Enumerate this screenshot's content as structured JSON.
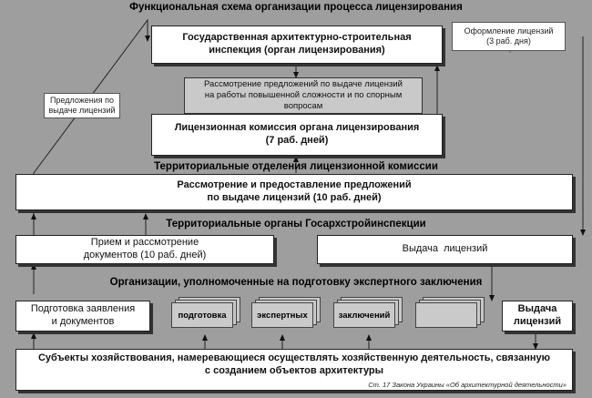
{
  "title": "Функциональная схема организации процесса лицензирования",
  "inspection_box": "Государственная архитектурно-строительная\nинспекция (орган лицензирования)",
  "issuance_note": "Оформление лицензий\n(3 раб. дня)",
  "proposals_note": "Предложения по\nвыдаче лицензий",
  "review_box": "Рассмотрение предложений по выдаче лицензий\nна работы повышенной сложности и по спорным\nвопросам",
  "commission_box": "Лицензионная комиссия органа лицензирования\n(7 раб. дней)",
  "territorial_departments_label": "Территориальные отделения лицензионной комиссии",
  "territorial_review_box": "Рассмотрение и предоставление предложений\nпо выдаче лицензий (10 раб. дней)",
  "territorial_bodies_label": "Территориальные органы Госархстройинспекции",
  "reception_box": "Прием и рассмотрение\nдокументов (10 раб. дней)",
  "issuance_box": "Выдача  лицензий",
  "organizations_label": "Организации, уполномоченные на подготовку экспертного заключения",
  "application_box": "Подготовка заявления\nи документов",
  "stacks": [
    "подготовка",
    "экспертных",
    "заключений",
    ""
  ],
  "issuance_right_box": "Выдача\nлицензий",
  "subjects_box": "Субъекты хозяйствования, намеревающиеся осуществлять хозяйственную деятельность, связанную\nс созданием объектов архитектуры",
  "citation": "Ст. 17 Закона Украины «Об архитектурной деятельности»"
}
